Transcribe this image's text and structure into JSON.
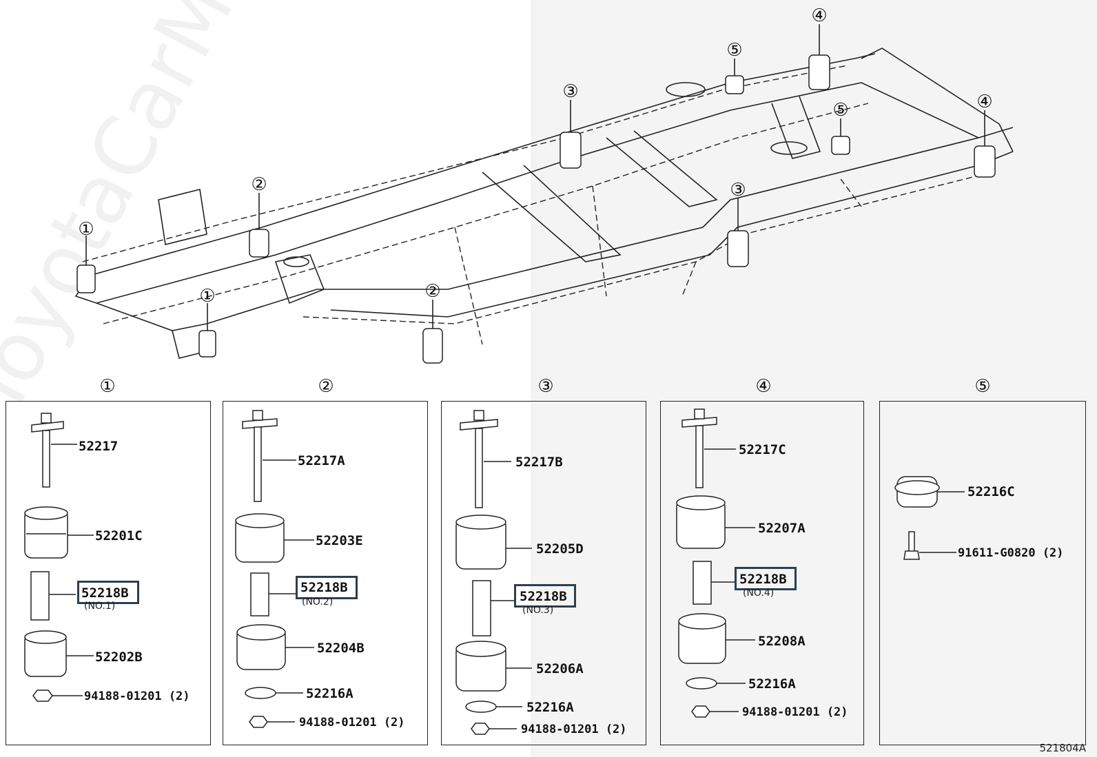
{
  "panels": [
    {
      "num": "①"
    },
    {
      "num": "②"
    },
    {
      "num": "③"
    },
    {
      "num": "④"
    },
    {
      "num": "⑤"
    }
  ],
  "frame_callouts": {
    "c1a": "①",
    "c1b": "①",
    "c2a": "②",
    "c2b": "②",
    "c3a": "③",
    "c3b": "③",
    "c4a": "④",
    "c4b": "④",
    "c5a": "⑤",
    "c5b": "⑤"
  },
  "p1": {
    "bolt": "52217",
    "upper": "52201C",
    "collar": "52218B",
    "collar_sub": "(NO.1)",
    "lower": "52202B",
    "nut": "94188-01201 (2)"
  },
  "p2": {
    "bolt": "52217A",
    "upper": "52203E",
    "collar": "52218B",
    "collar_sub": "(NO.2)",
    "lower": "52204B",
    "washer": "52216A",
    "nut": "94188-01201 (2)"
  },
  "p3": {
    "bolt": "52217B",
    "upper": "52205D",
    "collar": "52218B",
    "collar_sub": "(NO.3)",
    "lower": "52206A",
    "washer": "52216A",
    "nut": "94188-01201 (2)"
  },
  "p4": {
    "bolt": "52217C",
    "upper": "52207A",
    "collar": "52218B",
    "collar_sub": "(NO.4)",
    "lower": "52208A",
    "washer": "52216A",
    "nut": "94188-01201 (2)"
  },
  "p5": {
    "cushion": "52216C",
    "bolt": "91611-G0820 (2)"
  },
  "watermark": "ToyotaCarMine.ru",
  "diagram_code": "521804A",
  "colors": {
    "highlight": "#2c3e50",
    "line": "#222222",
    "shade": "#f4f4f4"
  }
}
